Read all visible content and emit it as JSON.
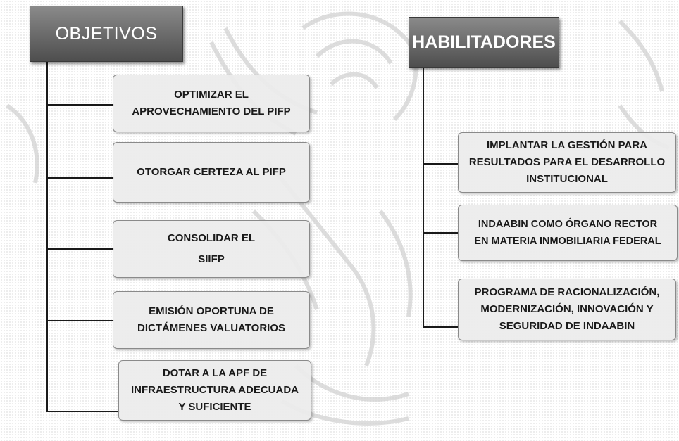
{
  "objetivos": {
    "title": "OBJETIVOS",
    "items": [
      {
        "lines": [
          "OPTIMIZAR EL",
          "APROVECHAMIENTO DEL PIFP"
        ]
      },
      {
        "lines": [
          "OTORGAR CERTEZA AL PIFP"
        ]
      },
      {
        "lines": [
          "CONSOLIDAR EL",
          "SIIFP"
        ]
      },
      {
        "lines": [
          "EMISIÓN OPORTUNA DE",
          "DICTÁMENES VALUATORIOS"
        ]
      },
      {
        "lines": [
          "DOTAR A LA APF DE",
          "INFRAESTRUCTURA ADECUADA",
          "Y SUFICIENTE"
        ]
      }
    ]
  },
  "habilitadores": {
    "title": "HABILITADORES",
    "items": [
      {
        "lines": [
          "IMPLANTAR LA GESTIÓN PARA",
          "RESULTADOS PARA EL DESARROLLO",
          "INSTITUCIONAL"
        ]
      },
      {
        "lines": [
          "INDAABIN COMO ÓRGANO RECTOR",
          "EN MATERIA INMOBILIARIA FEDERAL"
        ]
      },
      {
        "lines": [
          "PROGRAMA DE RACIONALIZACIÓN,",
          "MODERNIZACIÓN, INNOVACIÓN Y",
          "SEGURIDAD DE INDAABIN"
        ]
      }
    ]
  },
  "watermark": {
    "icon": "national-seal-watermark-icon",
    "color": "#cfcfcf"
  }
}
